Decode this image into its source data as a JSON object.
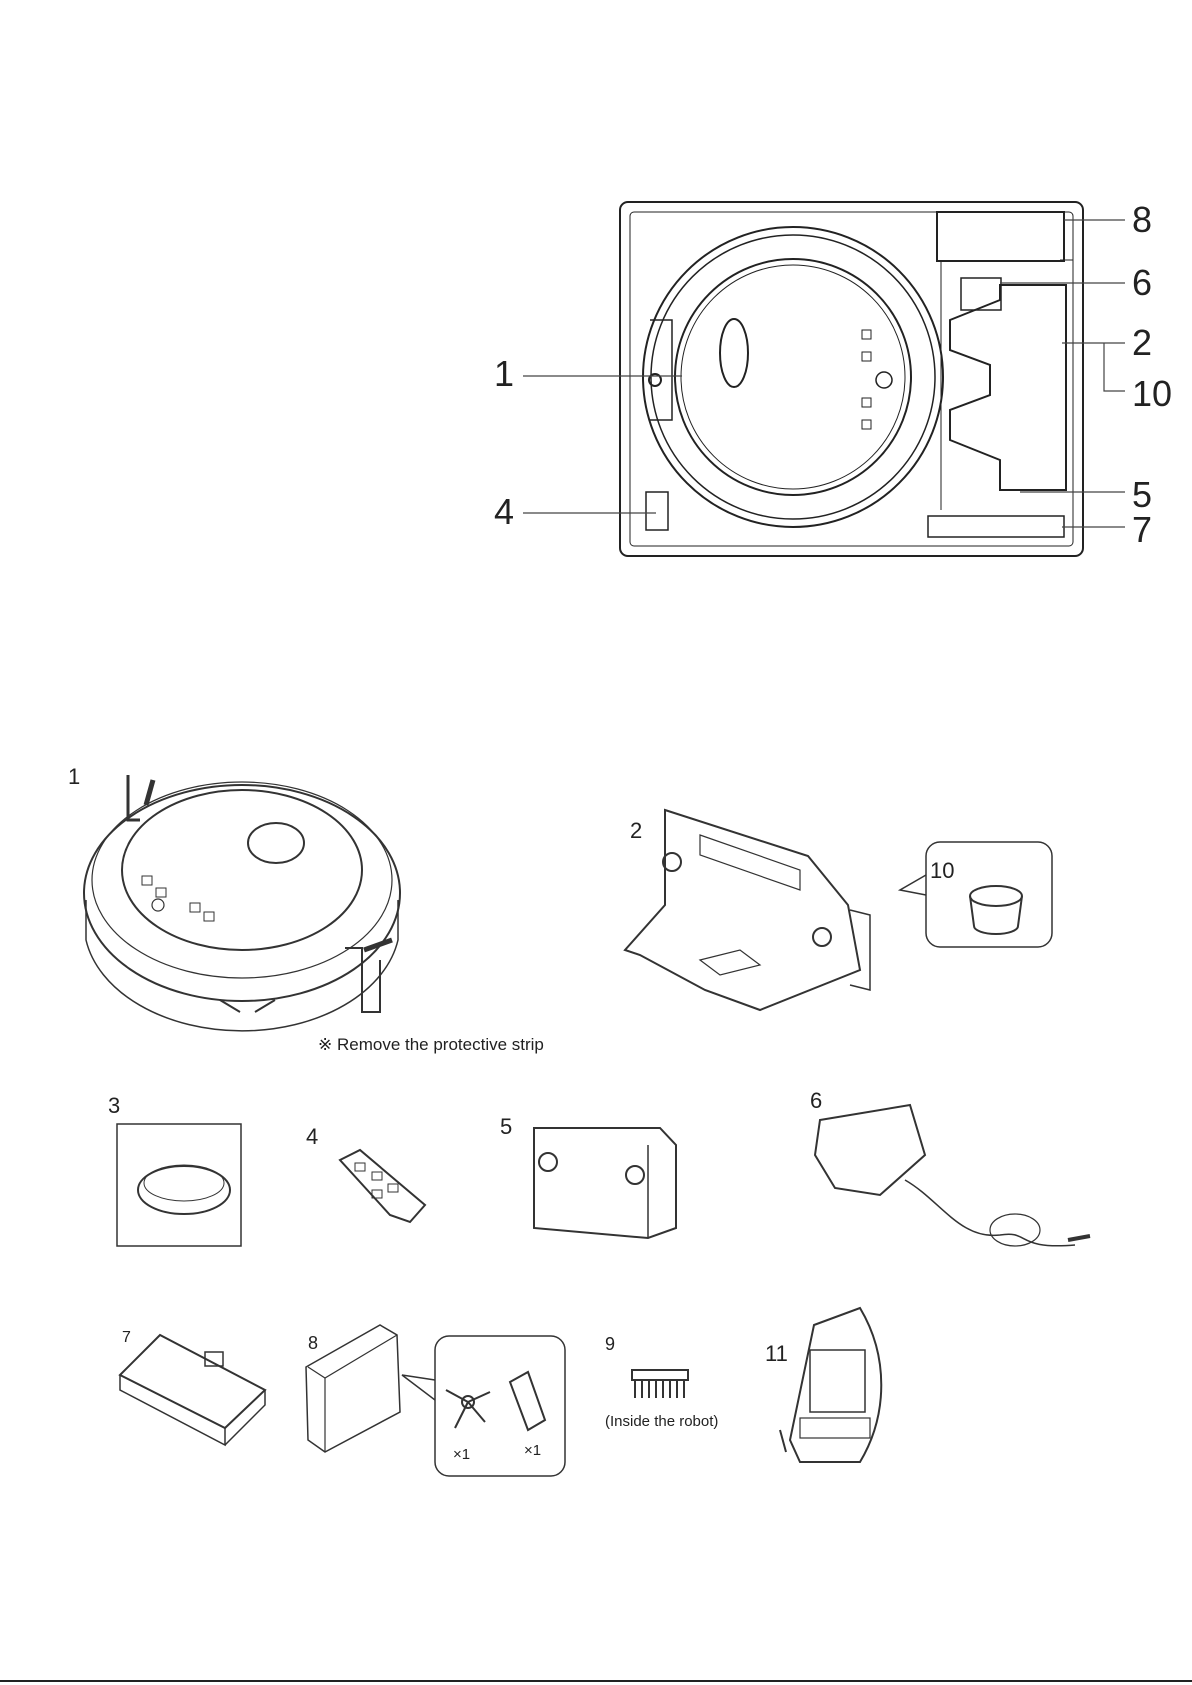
{
  "packing_diagram": {
    "callouts": [
      "1",
      "4",
      "8",
      "6",
      "2",
      "10",
      "5",
      "7"
    ]
  },
  "parts": {
    "labels": [
      "1",
      "2",
      "10",
      "3",
      "4",
      "5",
      "6",
      "7",
      "8",
      "9",
      "11"
    ],
    "strip_note": "※ Remove the protective strip",
    "brush_qty": "×1",
    "filter_qty": "×1",
    "brush_note": "(Inside the robot)"
  }
}
